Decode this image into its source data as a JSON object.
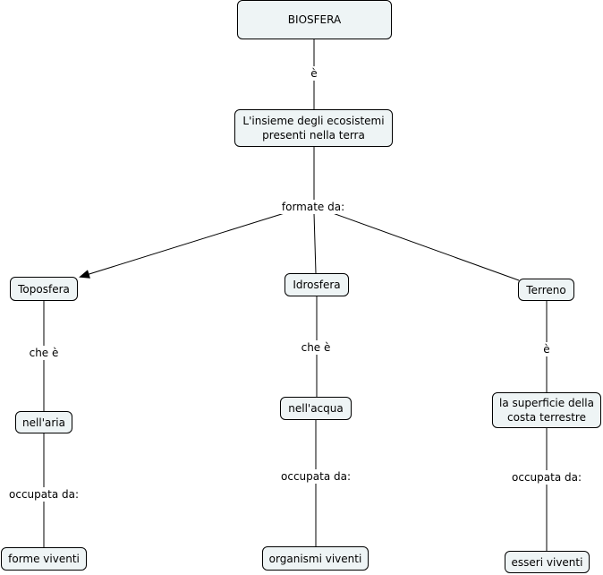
{
  "concepts": {
    "biosfera": "BIOSFERA",
    "insieme": "L'insieme degli ecosistemi\npresenti nella terra",
    "toposfera": "Toposfera",
    "idrosfera": "Idrosfera",
    "terreno": "Terreno",
    "aria": "nell'aria",
    "acqua": "nell'acqua",
    "superficie": "la superficie della\ncosta terrestre",
    "forme": "forme viventi",
    "organismi": "organismi viventi",
    "esseri": "esseri viventi"
  },
  "links": {
    "e1": "è",
    "formate": "formate da:",
    "che_e_1": "che è",
    "che_e_2": "che è",
    "e2": "è",
    "occupata_1": "occupata da:",
    "occupata_2": "occupata da:",
    "occupata_3": "occupata da:"
  },
  "colors": {
    "node_fill": "#eef4f5",
    "line": "#000000"
  }
}
